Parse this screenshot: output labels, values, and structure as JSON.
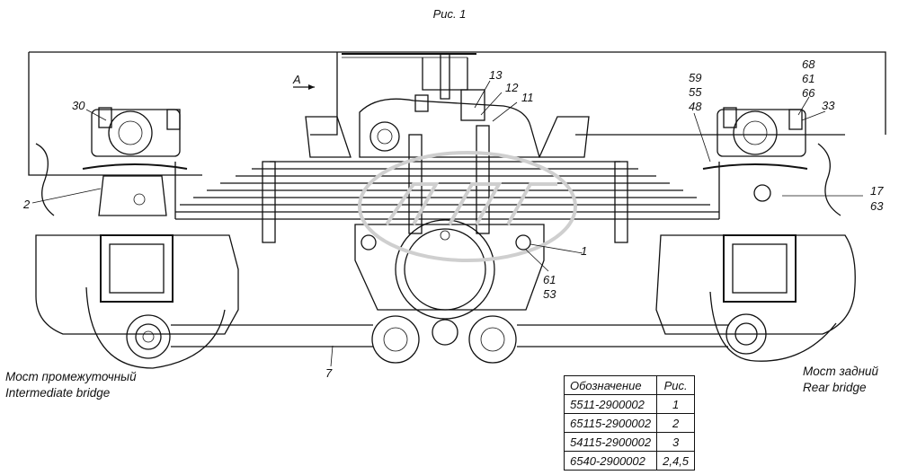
{
  "figure_caption": "Рис. 1",
  "direction_label": "A",
  "callouts": {
    "c30": "30",
    "c2": "2",
    "c13": "13",
    "c12": "12",
    "c11": "11",
    "c59": "59",
    "c55": "55",
    "c48": "48",
    "c68": "68",
    "c61a": "61",
    "c66": "66",
    "c33": "33",
    "c17": "17",
    "c63": "63",
    "c1": "1",
    "c61b": "61",
    "c53": "53",
    "c7": "7"
  },
  "left_axle": {
    "name_ru": "Мост промежуточный",
    "name_en": "Intermediate bridge"
  },
  "right_axle": {
    "name_ru": "Мост задний",
    "name_en": "Rear bridge"
  },
  "spec_table": {
    "headers": [
      "Обозначение",
      "Рис."
    ],
    "rows": [
      [
        "5511-2900002",
        "1"
      ],
      [
        "65115-2900002",
        "2"
      ],
      [
        "54115-2900002",
        "3"
      ],
      [
        "6540-2900002",
        "2,4,5"
      ]
    ]
  }
}
